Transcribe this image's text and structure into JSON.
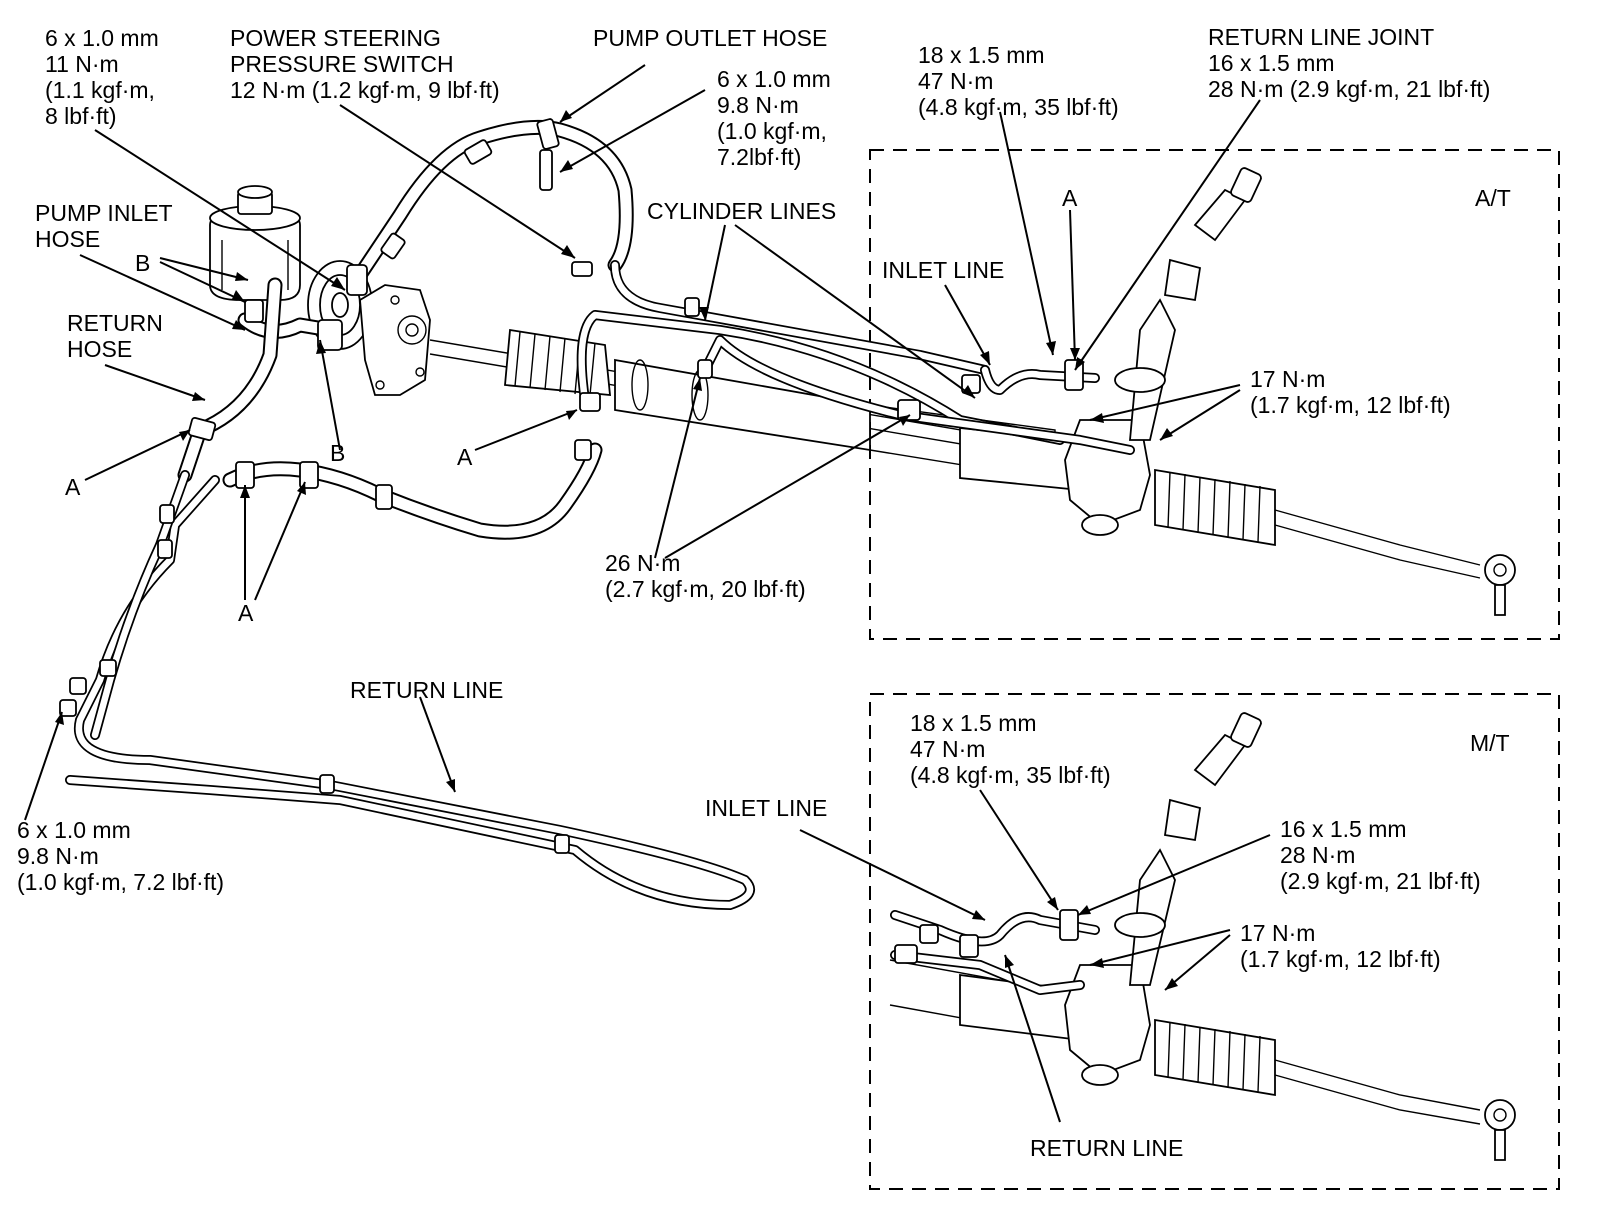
{
  "labels": {
    "bolt_6x10_pump": [
      "6 x 1.0 mm",
      "11 N·m",
      "(1.1 kgf·m,",
      "8 lbf·ft)"
    ],
    "pressure_switch": [
      "POWER STEERING",
      "PRESSURE SWITCH",
      "12 N·m (1.2 kgf·m, 9 lbf·ft)"
    ],
    "pump_outlet_hose": [
      "PUMP OUTLET HOSE"
    ],
    "bolt_6x10_outlet": [
      "6 x 1.0 mm",
      "9.8 N·m",
      "(1.0 kgf·m,",
      "7.2lbf·ft)"
    ],
    "cylinder_lines": [
      "CYLINDER LINES"
    ],
    "at_18x15": [
      "18 x 1.5 mm",
      "47 N·m",
      "(4.8 kgf·m, 35 lbf·ft)"
    ],
    "return_line_joint": [
      "RETURN LINE JOINT",
      "16 x 1.5 mm",
      "28 N·m (2.9 kgf·m, 21 lbf·ft)"
    ],
    "pump_inlet_hose": [
      "PUMP INLET",
      "HOSE"
    ],
    "return_hose": [
      "RETURN",
      "HOSE"
    ],
    "inlet_line_at": [
      "INLET LINE"
    ],
    "at_17nm": [
      "17 N·m",
      "(1.7 kgf·m, 12 lbf·ft)"
    ],
    "torque_26": [
      "26 N·m",
      "(2.7 kgf·m, 20 lbf·ft)"
    ],
    "return_line_main": [
      "RETURN LINE"
    ],
    "bolt_6x10_return": [
      "6 x 1.0 mm",
      "9.8 N·m",
      "(1.0 kgf·m, 7.2 lbf·ft)"
    ],
    "mt_18x15": [
      "18 x 1.5 mm",
      "47 N·m",
      "(4.8 kgf·m, 35 lbf·ft)"
    ],
    "inlet_line_mt": [
      "INLET LINE"
    ],
    "mt_16x15": [
      "16 x 1.5 mm",
      "28 N·m",
      "(2.9 kgf·m, 21 lbf·ft)"
    ],
    "mt_17nm": [
      "17 N·m",
      "(1.7 kgf·m, 12 lbf·ft)"
    ],
    "return_line_mt": [
      "RETURN LINE"
    ],
    "at_title": [
      "A/T"
    ],
    "mt_title": [
      "M/T"
    ]
  },
  "letters": {
    "a": "A",
    "b": "B"
  },
  "colors": {
    "ink": "#000000",
    "paper": "#ffffff"
  }
}
